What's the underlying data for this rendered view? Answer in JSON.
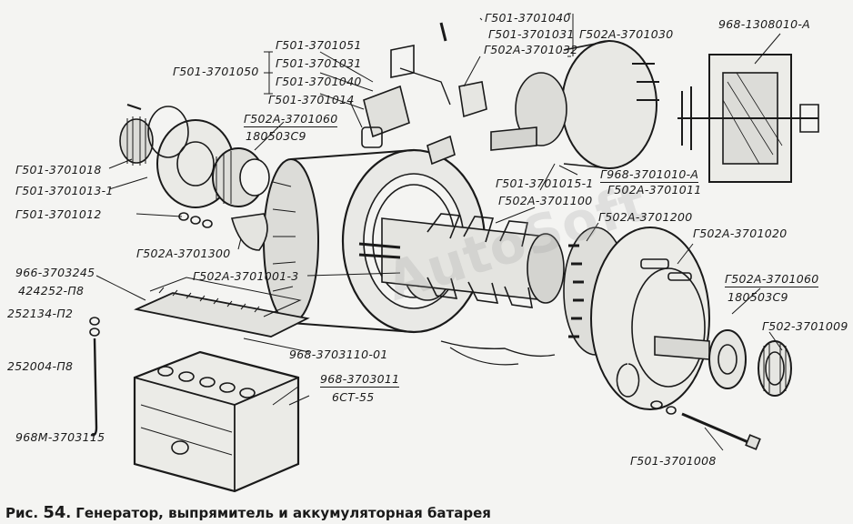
{
  "caption": {
    "prefix": "Рис.",
    "number": "54",
    "title": ". Генератор, выпрямитель и аккумуляторная батарея"
  },
  "watermark": "AutoSoft",
  "parts": [
    {
      "id": "p01",
      "text": "Г501-3701040"
    },
    {
      "id": "p02",
      "text": "Г501-3701031"
    },
    {
      "id": "p03",
      "text": "Г502А-3701032"
    },
    {
      "id": "p04",
      "text": "Г502А-3701030"
    },
    {
      "id": "p05",
      "text": "968-1308010-А"
    },
    {
      "id": "p06",
      "text": "Г501-3701051"
    },
    {
      "id": "p07",
      "text": "Г501-3701031"
    },
    {
      "id": "p08",
      "text": "Г501-3701050"
    },
    {
      "id": "p09",
      "text": "Г501-3701040"
    },
    {
      "id": "p10",
      "text": "Г501-3701014"
    },
    {
      "id": "p11",
      "text": "Г502А-3701060"
    },
    {
      "id": "p12",
      "text": "180503С9"
    },
    {
      "id": "p13",
      "text": "Г501-3701018"
    },
    {
      "id": "p14",
      "text": "Г501-3701013-1"
    },
    {
      "id": "p15",
      "text": "Г501-3701012"
    },
    {
      "id": "p16",
      "text": "Г501-3701015-1"
    },
    {
      "id": "p17",
      "text": "Г968-3701010-А"
    },
    {
      "id": "p18",
      "text": "Г502А-3701011"
    },
    {
      "id": "p19",
      "text": "Г502А-3701100"
    },
    {
      "id": "p20",
      "text": "Г502А-3701200"
    },
    {
      "id": "p21",
      "text": "Г502А-3701020"
    },
    {
      "id": "p22",
      "text": "Г502А-3701300"
    },
    {
      "id": "p23",
      "text": "Г502А-3701001-3"
    },
    {
      "id": "p24",
      "text": "966-3703245"
    },
    {
      "id": "p25",
      "text": "424252-П8"
    },
    {
      "id": "p26",
      "text": "252134-П2"
    },
    {
      "id": "p27",
      "text": "252004-П8"
    },
    {
      "id": "p28",
      "text": "968-3703110-01"
    },
    {
      "id": "p29",
      "text": "968-3703011"
    },
    {
      "id": "p30",
      "text": "6СТ-55"
    },
    {
      "id": "p31",
      "text": "968М-3703115"
    },
    {
      "id": "p32",
      "text": "Г502А-3701060"
    },
    {
      "id": "p33",
      "text": "180503С9"
    },
    {
      "id": "p34",
      "text": "Г502-3701009"
    },
    {
      "id": "p35",
      "text": "Г501-3701008"
    }
  ]
}
